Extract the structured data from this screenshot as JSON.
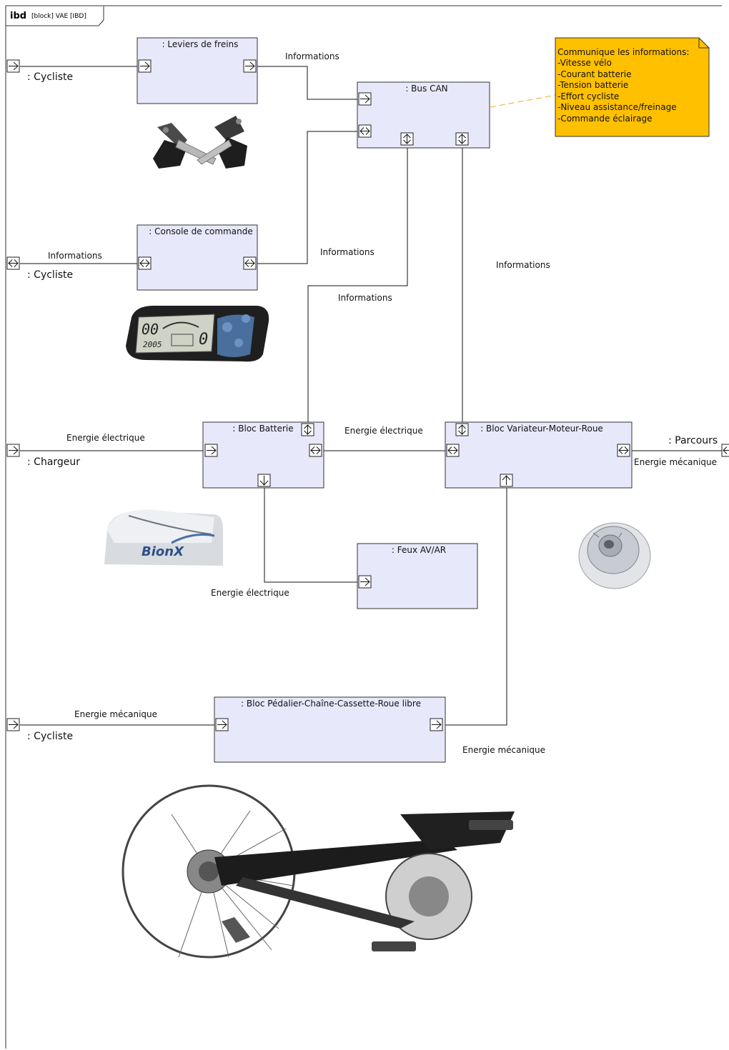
{
  "frame": {
    "kind": "ibd",
    "context": "[block] VAE  [IBD]"
  },
  "blocks": {
    "leviers": ": Leviers de freins",
    "bus": ": Bus CAN",
    "console": ": Console de commande",
    "batterie": ": Bloc Batterie",
    "variateur": ": Bloc Variateur-Moteur-Roue",
    "feux": ": Feux AV/AR",
    "pedalier": ": Bloc Pédalier-Chaîne-Cassette-Roue libre"
  },
  "externals": {
    "cycliste1": ": Cycliste",
    "cycliste2": ": Cycliste",
    "chargeur": ": Chargeur",
    "parcours": ": Parcours",
    "cycliste3": ": Cycliste"
  },
  "flows": {
    "info_leviers": "Informations",
    "info_console_ext": "Informations",
    "info_console_bus": "Informations",
    "info_bus_batterie": "Informations",
    "info_bus_variateur": "Informations",
    "energie_chargeur": "Energie électrique",
    "energie_batt_var": "Energie électrique",
    "energie_parcours": "Energie mécanique",
    "energie_feux": "Energie électrique",
    "energie_cycliste": "Energie mécanique",
    "energie_pedalier": "Energie mécanique"
  },
  "note": {
    "lines": [
      "Communique les informations:",
      "-Vitesse vélo",
      "-Courant batterie",
      "-Tension batterie",
      "-Effort cycliste",
      "-Niveau assistance/freinage",
      "-Commande éclairage"
    ],
    "color": "#FFC000"
  },
  "images": {
    "brake": "brake-levers-photo",
    "console": "lcd-console-photo",
    "battery": "battery-photo",
    "motor": "hub-motor-photo",
    "drivetrain": "drivetrain-photo",
    "battery_logo": "BionX"
  },
  "colors": {
    "block_fill": "#E8E8FB",
    "note_fill": "#FFC000"
  }
}
